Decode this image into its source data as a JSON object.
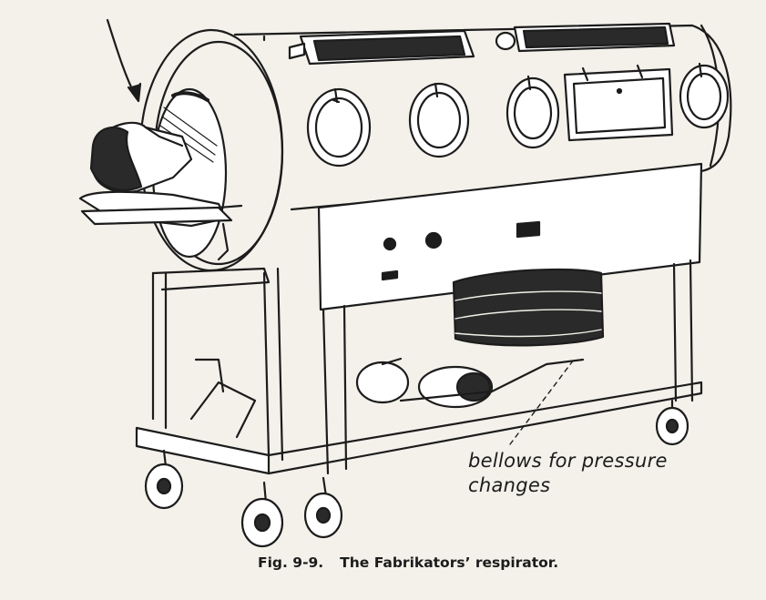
{
  "annotation": {
    "line1": "bellows for pressure",
    "line2": "changes"
  },
  "caption": {
    "number": "Fig. 9-9.",
    "text": "The Fabrikators’ respirator."
  },
  "colors": {
    "ink": "#1c1c1c",
    "paper": "#f3f1ea"
  }
}
